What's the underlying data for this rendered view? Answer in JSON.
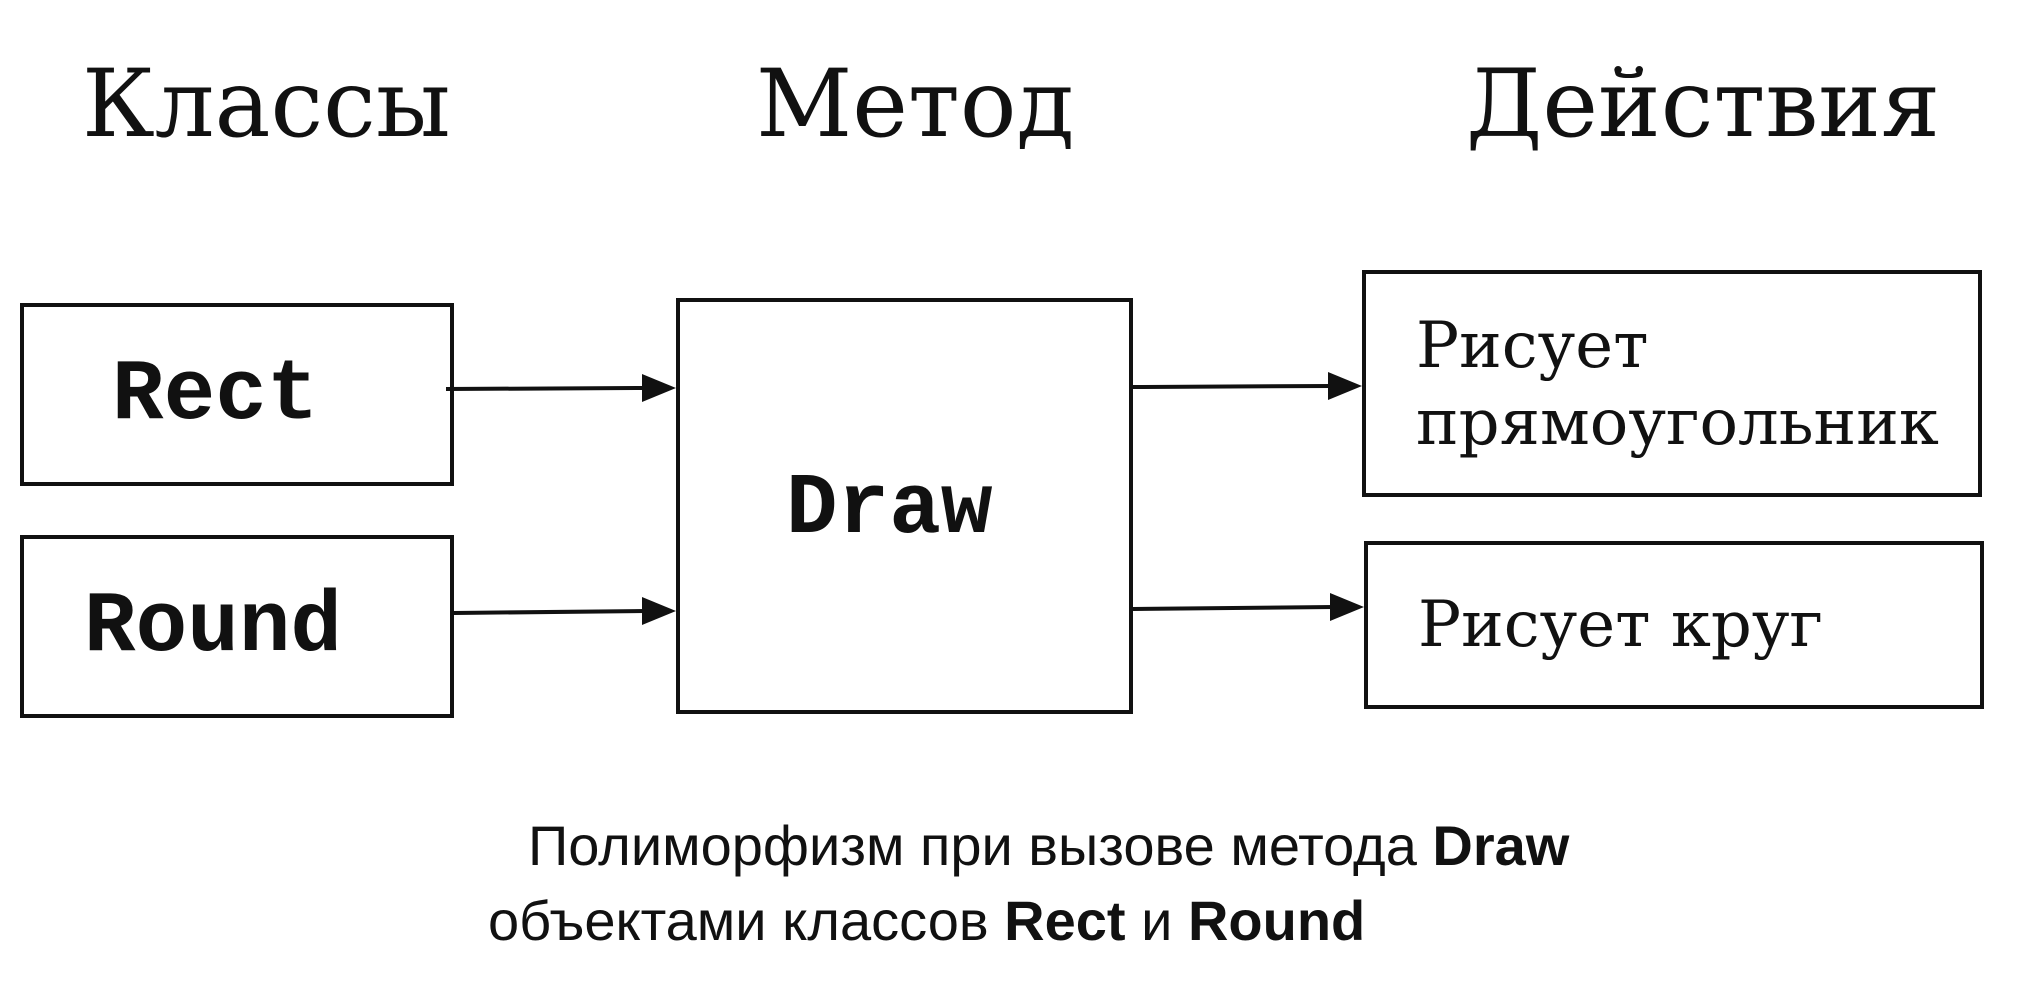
{
  "headers": {
    "classes": "Классы",
    "method": "Метод",
    "actions": "Действия"
  },
  "classes": {
    "rect": "Rect",
    "round": "Round"
  },
  "method": {
    "name": "Draw"
  },
  "actions": {
    "rect_line1": "Рисует",
    "rect_line2": "прямоугольник",
    "round": "Рисует круг"
  },
  "caption": {
    "line1_text": "Полиморфизм при вызове метода ",
    "line1_bold": "Draw",
    "line2_text": "объектами классов ",
    "line2_bold1": "Rect",
    "line2_and": " и ",
    "line2_bold2": "Round"
  }
}
